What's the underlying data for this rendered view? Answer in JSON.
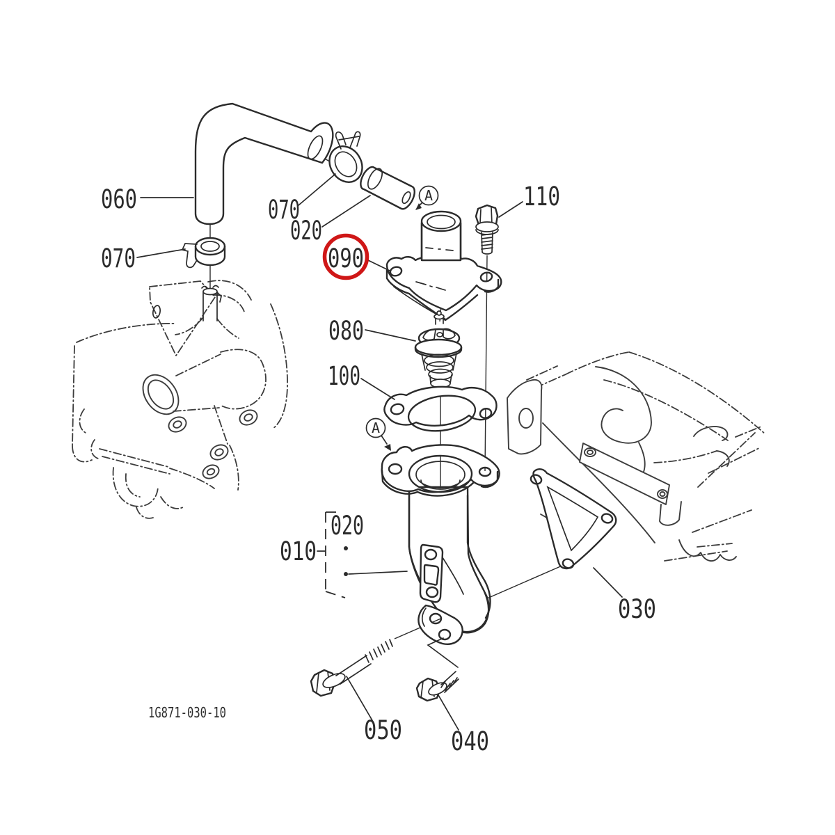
{
  "diagram": {
    "type": "exploded-parts-diagram",
    "drawing_code": "1G871-030-10",
    "view_marker": "A",
    "highlighted_ref": "090",
    "colors": {
      "line": "#2b2b2b",
      "phantom_line": "#3c3c3c",
      "highlight_ring": "#cf1717",
      "background": "#ffffff"
    },
    "callouts": {
      "c060": "060",
      "c070_left": "070",
      "c070_top": "070",
      "c020_top": "020",
      "c110": "110",
      "c090": "090",
      "c080": "080",
      "c100": "100",
      "c020_group": "020",
      "c010": "010",
      "c030": "030",
      "c050": "050",
      "c040": "040"
    }
  }
}
